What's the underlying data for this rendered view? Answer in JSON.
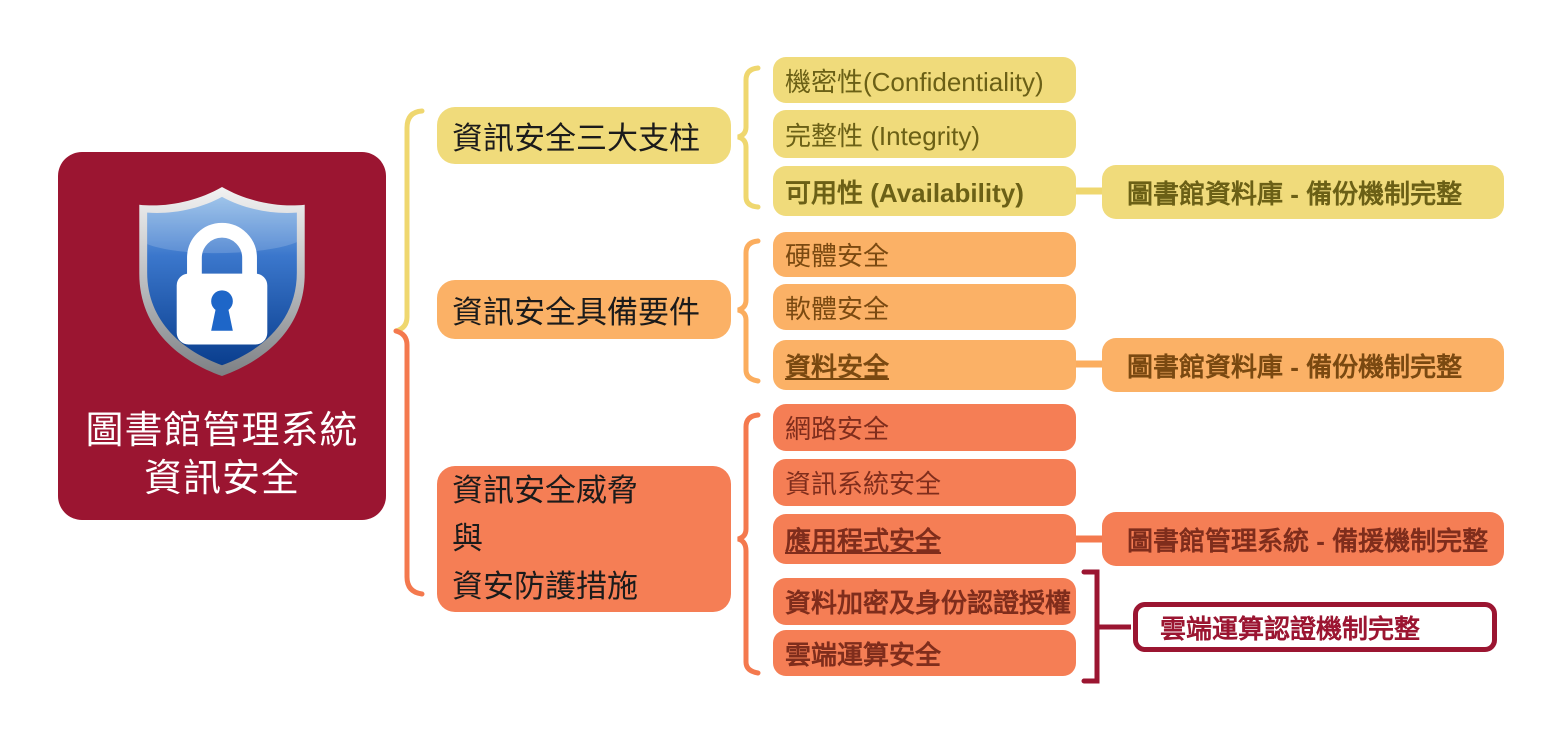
{
  "root": {
    "title_line1": "圖書館管理系統",
    "title_line2": "資訊安全",
    "icon": "shield-lock-icon"
  },
  "branches": [
    {
      "id": "pillars",
      "label": "資訊安全三大支柱",
      "children": [
        {
          "label": "機密性(Confidentiality)"
        },
        {
          "label": "完整性 (Integrity)"
        },
        {
          "label": "可用性 (Availability)",
          "note": "圖書館資料庫 - 備份機制完整"
        }
      ]
    },
    {
      "id": "requirements",
      "label": "資訊安全具備要件",
      "children": [
        {
          "label": "硬體安全"
        },
        {
          "label": "軟體安全"
        },
        {
          "label": "資料安全",
          "note": "圖書館資料庫 - 備份機制完整"
        }
      ]
    },
    {
      "id": "threats",
      "label_lines": [
        "資訊安全威脅",
        "與",
        "資安防護措施"
      ],
      "children": [
        {
          "label": "網路安全"
        },
        {
          "label": "資訊系統安全"
        },
        {
          "label": "應用程式安全",
          "note": "圖書館管理系統 - 備援機制完整"
        },
        {
          "label": "資料加密及身份認證授權"
        },
        {
          "label": "雲端運算安全"
        }
      ],
      "grouped_note": "雲端運算認證機制完整"
    }
  ],
  "palette": {
    "root_background": "#9B1531",
    "pillars_fill": "#F0DB7B",
    "pillars_text": "#6B6016",
    "requirements_fill": "#FBB166",
    "requirements_text": "#7A4911",
    "threats_fill": "#F57E55",
    "threats_text": "#7F2D1C",
    "outline_note_color": "#9B1531",
    "root_text": "#FFFFFF"
  }
}
